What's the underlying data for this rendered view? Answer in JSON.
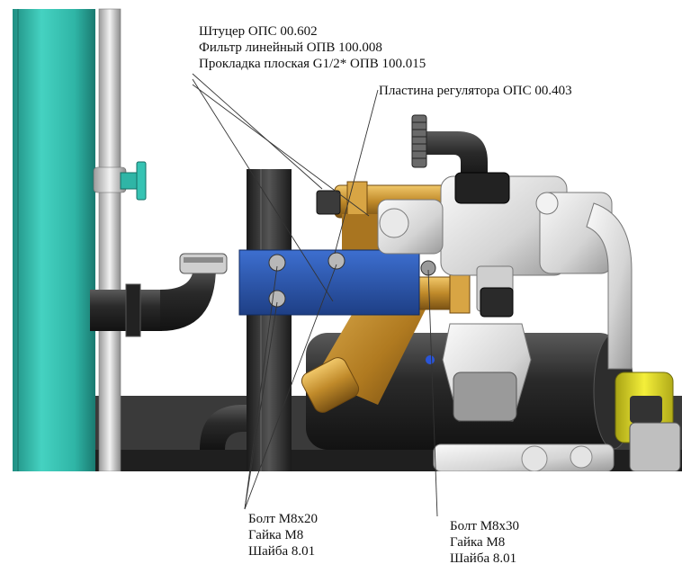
{
  "annotations": {
    "top_group": [
      "Штуцер ОПС 00.602",
      "Фильтр линейный  ОПВ 100.008",
      "Прокладка плоская G1/2* ОПВ 100.015"
    ],
    "plate": "Пластина регулятора ОПС 00.403",
    "bottom_left": [
      "Болт М8х20",
      "Гайка М8",
      "Шайба 8.01"
    ],
    "bottom_right": [
      "Болт М8х30",
      "Гайка М8",
      "Шайба 8.01"
    ]
  },
  "colors": {
    "tank": "#2fb5a6",
    "brass": "#c08a2a",
    "plate": "#2a55a8",
    "dark_plastic": "#2b2b2b",
    "light_gray": "#d4d4d4",
    "yellow": "#e3df2a"
  }
}
